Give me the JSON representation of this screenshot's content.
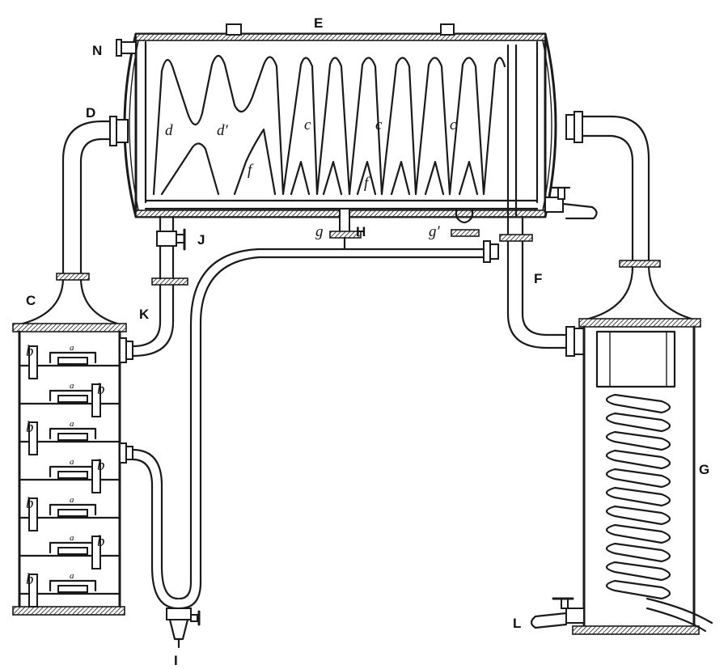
{
  "labels": {
    "E": "E",
    "N": "N",
    "D": "D",
    "C": "C",
    "K": "K",
    "J": "J",
    "H": "H",
    "F": "F",
    "G": "G",
    "L": "L",
    "I": "I",
    "d": "d",
    "d_prime": "d′",
    "c1": "c",
    "c2": "c",
    "c3": "c",
    "f1": "f",
    "f2": "f",
    "g": "g",
    "g_prime": "g′"
  },
  "column_labels": {
    "a": "a",
    "b": "b"
  }
}
